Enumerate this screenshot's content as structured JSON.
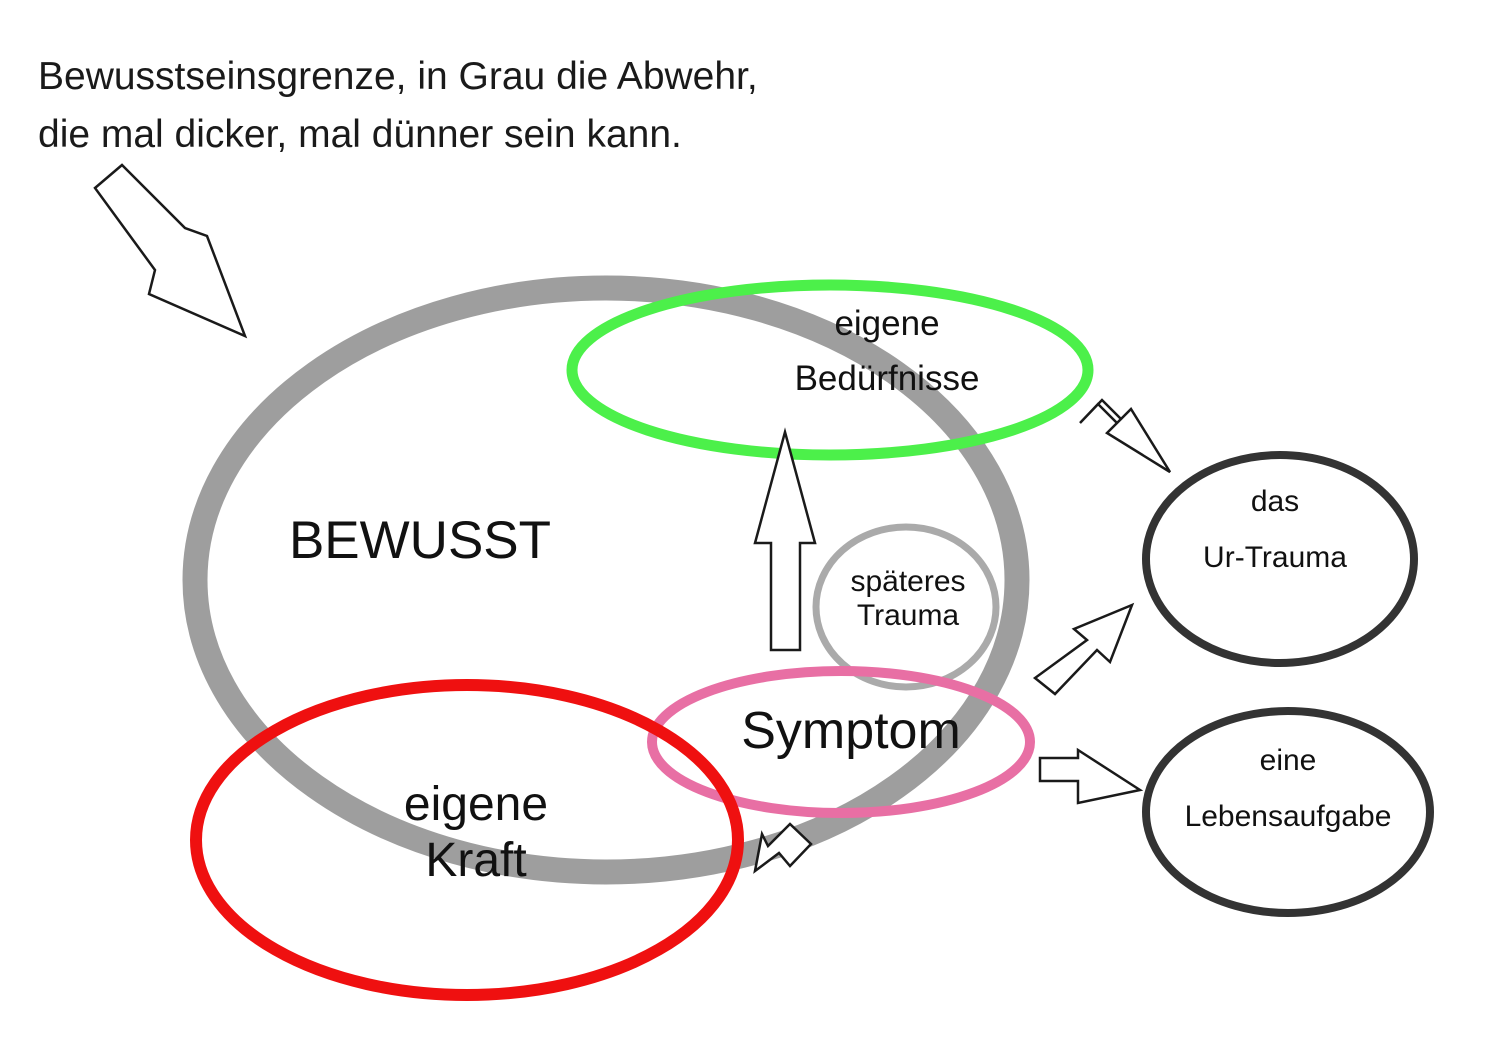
{
  "caption": {
    "line1": "Bewusstseinsgrenze, in Grau die Abwehr,",
    "line2": "die mal dicker, mal dünner sein kann."
  },
  "labels": {
    "bewusst": "BEWUSST",
    "beduerfnisse_line1": "eigene",
    "beduerfnisse_line2": "Bedürfnisse",
    "trauma_line1": "späteres",
    "trauma_line2": "Trauma",
    "symptom": "Symptom",
    "kraft_line1": "eigene",
    "kraft_line2": "Kraft",
    "urtrauma_line1": "das",
    "urtrauma_line2": "Ur-Trauma",
    "lebensaufgabe_line1": "eine",
    "lebensaufgabe_line2": "Lebensaufgabe"
  },
  "colors": {
    "defense": "#999999",
    "needs": "#4cf04a",
    "strength": "#ef1010",
    "symptom": "#e86fa4",
    "later_trauma": "#aaaaaa",
    "outline_dark": "#333333",
    "arrow_stroke": "#1a1a1a"
  }
}
